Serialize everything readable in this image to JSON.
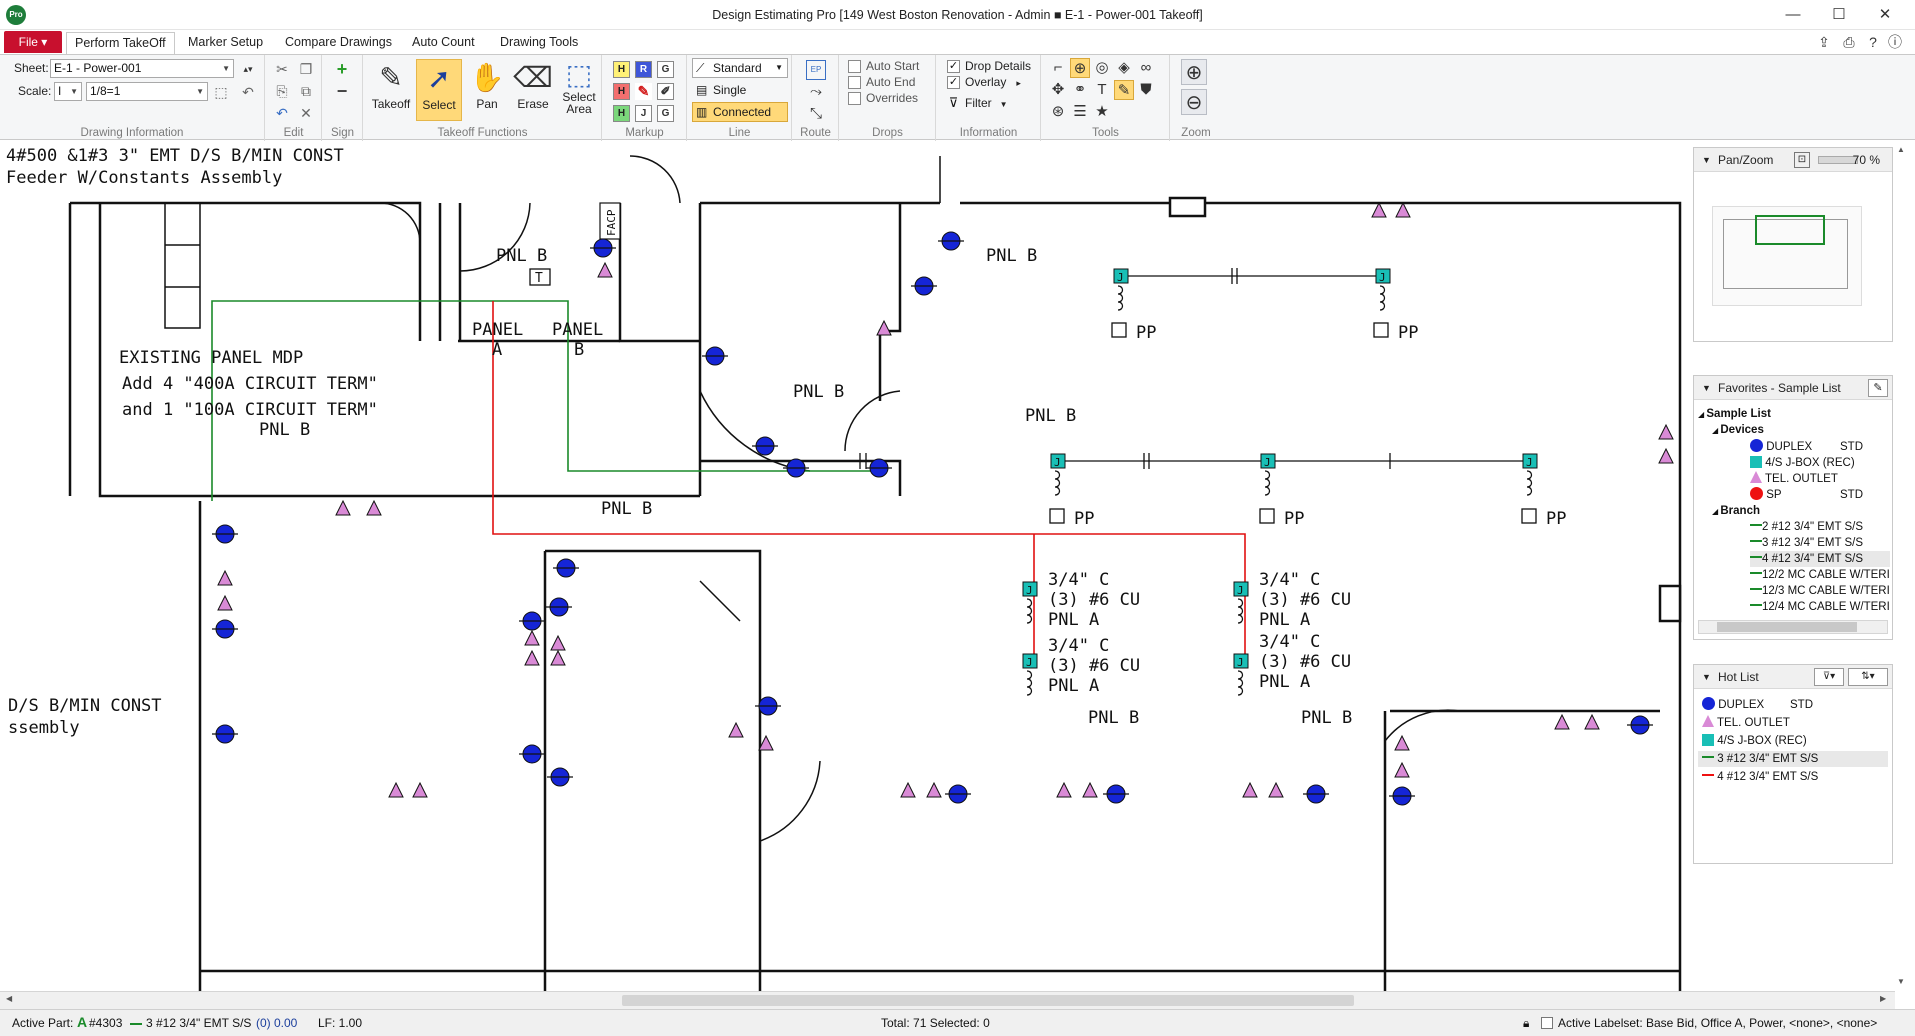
{
  "window": {
    "app_badge": "Pro",
    "title": "Design Estimating Pro [149 West Boston Renovation  - Admin ■ E-1 - Power-001 Takeoff]",
    "minimize": "—",
    "maximize": "☐",
    "close": "✕"
  },
  "tabs": {
    "file": "File ▾",
    "items": [
      "Perform TakeOff",
      "Marker Setup",
      "Compare Drawings",
      "Auto Count",
      "Drawing Tools"
    ]
  },
  "ribbon": {
    "drawing_info": {
      "sheet_label": "Sheet:",
      "sheet_value": "E-1 - Power-001",
      "scale_label": "Scale:",
      "scale_unit": "I",
      "scale_value": "1/8=1",
      "group": "Drawing Information"
    },
    "edit": {
      "group": "Edit"
    },
    "sign": {
      "group": "Sign"
    },
    "takeoff_functions": {
      "group": "Takeoff Functions",
      "takeoff": "Takeoff",
      "select": "Select",
      "pan": "Pan",
      "erase": "Erase",
      "select_area_1": "Select",
      "select_area_2": "Area"
    },
    "markup": {
      "group": "Markup",
      "h": "H",
      "r": "R",
      "g": "G",
      "j": "J"
    },
    "line": {
      "group": "Line",
      "standard": "Standard",
      "single": "Single",
      "connected": "Connected"
    },
    "route": {
      "group": "Route",
      "ep": "EP"
    },
    "drops": {
      "group": "Drops",
      "auto_start": "Auto Start",
      "auto_end": "Auto End",
      "overrides": "Overrides"
    },
    "information": {
      "group": "Information",
      "drop_details": "Drop Details",
      "overlay": "Overlay",
      "filter": "Filter"
    },
    "tools": {
      "group": "Tools"
    },
    "zoom": {
      "group": "Zoom"
    }
  },
  "drawing": {
    "feeder_line1": "4#500 &1#3  3\" EMT D/S B/MIN CONST",
    "feeder_line2": "Feeder W/Constants Assembly",
    "existing_panel_1": "EXISTING PANEL MDP",
    "existing_panel_2": "Add 4 \"400A CIRCUIT TERM\"",
    "existing_panel_3": "and 1 \"100A CIRCUIT TERM\"",
    "panel_a_1": "PANEL",
    "panel_a_2": "A",
    "panel_b_1": "PANEL",
    "panel_b_2": "B",
    "facp": "FACP",
    "pnl_b": "PNL B",
    "pp": "PP",
    "conduit_1": "3/4\" C",
    "conduit_2": "(3) #6 CU",
    "conduit_3": "PNL A",
    "ds_left_1": "D/S B/MIN CONST",
    "ds_left_2": "ssembly",
    "t_box": "T",
    "j_box": "J"
  },
  "panels": {
    "pan_zoom": {
      "title": "Pan/Zoom",
      "zoom": "70 %"
    },
    "favorites": {
      "title": "Favorites - Sample List",
      "root": "Sample List",
      "devices_label": "Devices",
      "devices": [
        {
          "name": "DUPLEX",
          "tag": "STD",
          "icon": "blue-circle"
        },
        {
          "name": "4/S J-BOX (REC)",
          "tag": "",
          "icon": "teal-square"
        },
        {
          "name": "TEL. OUTLET",
          "tag": "",
          "icon": "pink-triangle"
        },
        {
          "name": "SP",
          "tag": "STD",
          "icon": "red-circle"
        }
      ],
      "branch_label": "Branch",
      "branch": [
        "2 #12 3/4\" EMT  S/S",
        "3 #12 3/4\" EMT  S/S",
        "4 #12 3/4\" EMT  S/S",
        "12/2 MC CABLE W/TERI",
        "12/3 MC CABLE W/TERI",
        "12/4 MC CABLE W/TERI"
      ]
    },
    "hot_list": {
      "title": "Hot List",
      "items": [
        {
          "name": "DUPLEX",
          "tag": "STD",
          "icon": "blue-circle"
        },
        {
          "name": "TEL. OUTLET",
          "tag": "",
          "icon": "pink-triangle"
        },
        {
          "name": "4/S J-BOX (REC)",
          "tag": "",
          "icon": "teal-square"
        },
        {
          "name": "3 #12 3/4\" EMT  S/S",
          "tag": "",
          "icon": "green-line"
        },
        {
          "name": "4 #12 3/4\" EMT  S/S",
          "tag": "",
          "icon": "red-line"
        }
      ]
    }
  },
  "status": {
    "active_part_label": "Active Part:",
    "active_part_id": "#4303",
    "active_part_name": "3 #12 3/4\" EMT  S/S",
    "active_part_count": "(0) 0.00",
    "lf": "LF: 1.00",
    "totals": "Total: 71 Selected: 0",
    "labelset_label": "Active Labelset:",
    "labelset_value": "Base Bid, Office A, Power, <none>, <none>"
  },
  "colors": {
    "file_tab": "#c8102e",
    "selected_tool": "#ffd979",
    "wire_green": "#1a8a2a",
    "wire_red": "#e11111",
    "device_blue": "#1525d6",
    "jbox_teal": "#19bfb6",
    "tel_pink": "#d98ad6"
  }
}
